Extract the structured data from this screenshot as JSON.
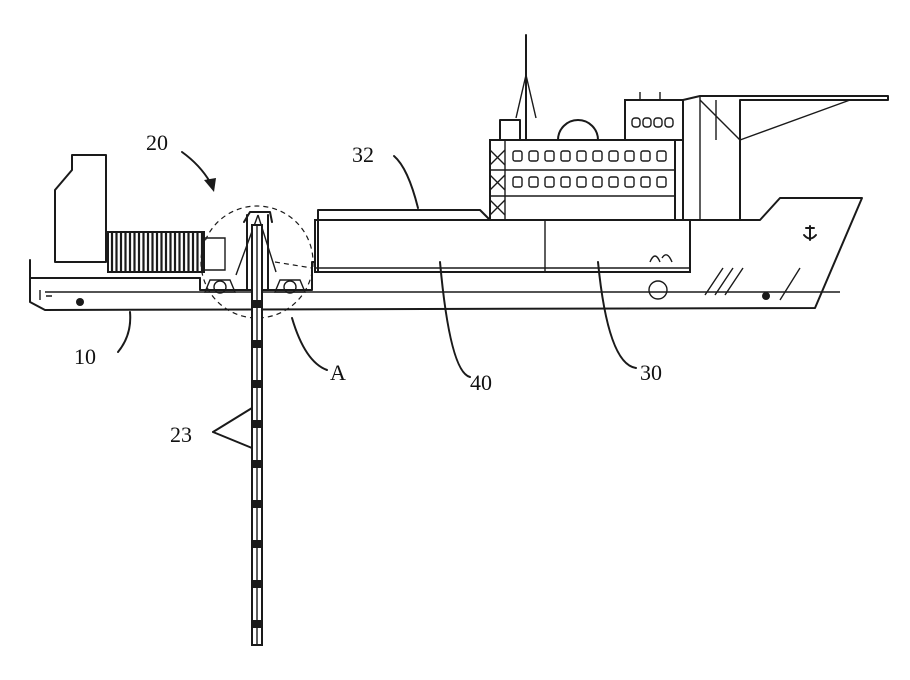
{
  "labels": {
    "vessel": "10",
    "apparatus": "20",
    "riser": "23",
    "tank": "30",
    "tank_cover": "32",
    "hold": "40",
    "detail": "A"
  },
  "colors": {
    "line": "#1a1a1a",
    "background": "#ffffff"
  },
  "icons": {
    "hull_emblem": "anchor-icon"
  }
}
